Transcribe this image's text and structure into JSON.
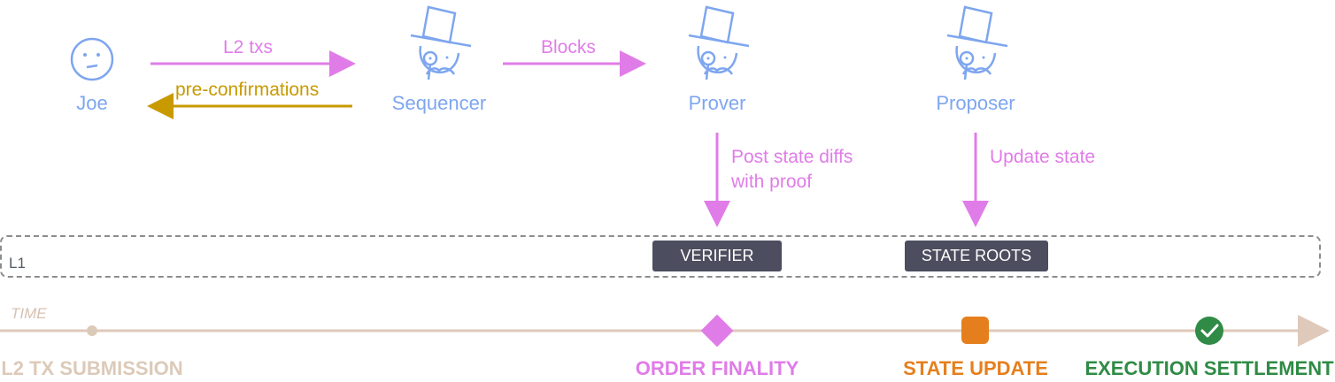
{
  "actors": {
    "joe": "Joe",
    "sequencer": "Sequencer",
    "prover": "Prover",
    "proposer": "Proposer"
  },
  "messages": {
    "l2_txs": "L2 txs",
    "preconfirmations": "pre-confirmations",
    "blocks": "Blocks",
    "post_state_diffs_line1": "Post state diffs",
    "post_state_diffs_line2": "with proof",
    "update_state": "Update state"
  },
  "l1": {
    "label": "L1",
    "verifier": "VERIFIER",
    "state_roots": "STATE ROOTS"
  },
  "timeline": {
    "label": "TIME",
    "milestones": {
      "submission": "L2 TX SUBMISSION",
      "order_finality": "ORDER FINALITY",
      "state_update": "STATE UPDATE",
      "execution_settlement": "EXECUTION SETTLEMENT"
    }
  },
  "icons": {
    "joe": "face-icon",
    "sequencer": "top-hat-monocle-icon",
    "prover": "top-hat-monocle-icon",
    "proposer": "top-hat-monocle-icon",
    "order_finality": "diamond-icon",
    "state_update": "rounded-square-icon",
    "execution_settlement": "check-circle-icon"
  },
  "colors": {
    "actor": "#7ea6ef",
    "pink": "#e07ce8",
    "gold": "#c89a00",
    "timeline": "#dfc9ba",
    "submission": "#dccab9",
    "order_finality": "#e07ce8",
    "state_update": "#e57f1e",
    "execution_settlement": "#2f8b46",
    "box": "#4c4d5e"
  }
}
